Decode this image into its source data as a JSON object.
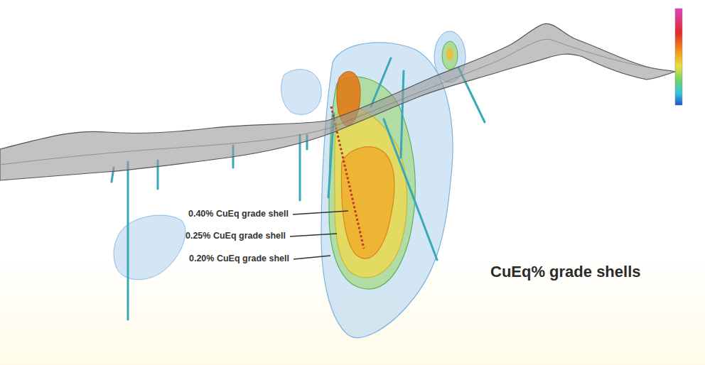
{
  "diagram": {
    "title": "CuEq% grade shells",
    "labels": [
      "0.40% CuEq grade shell",
      "0.25% CuEq grade shell",
      "0.20% CuEq grade shell"
    ]
  }
}
